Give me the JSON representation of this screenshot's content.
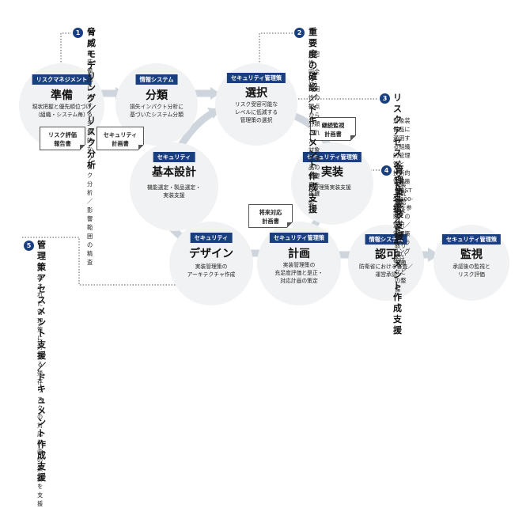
{
  "colors": {
    "navy": "#1a3f7f",
    "circle_fill": "#f1f2f3",
    "flow_arrow": "#cfd5dc",
    "dotted_line": "#555555"
  },
  "nodes": {
    "junbi": {
      "tag": "リスクマネジメント",
      "title": "準備",
      "desc": "現状把握と優先順位づけ\n（組織・システム毎）"
    },
    "bunrui": {
      "tag": "情報システム",
      "title": "分類",
      "desc": "損失インパクト分析に\n基づいたシステム分類"
    },
    "sentaku": {
      "tag": "セキュリティ管理策",
      "title": "選択",
      "desc": "リスク受容可能な\nレベルに低減する\n管理策の選択"
    },
    "kihon": {
      "tag": "セキュリティ",
      "title": "基本設計",
      "desc": "機能選定・製品選定・\n実装支援"
    },
    "jissou": {
      "tag": "セキュリティ管理策",
      "title": "実装",
      "desc": "管理策実装支援"
    },
    "design": {
      "tag": "セキュリティ",
      "title": "デザイン",
      "desc": "実装管理策の\nアーキテクチャ作成"
    },
    "keikaku": {
      "tag": "セキュリティ管理策",
      "title": "計画",
      "desc": "実装管理策の\n充足度評価と是正・\n対応計画の策定"
    },
    "ninka": {
      "tag": "情報システム",
      "title": "認可",
      "desc": "防衛省における審査／\n運営承認"
    },
    "kanshi": {
      "tag": "セキュリティ管理策",
      "title": "監視",
      "desc": "承認後の監視と\nリスク評価"
    }
  },
  "documents": {
    "risk_report": "リスク評価\n報告書",
    "security_plan": "セキュリティ\n計画書",
    "monitor_plan": "継続監視\n計画書",
    "future_plan": "将来対応\n計画書"
  },
  "annotations": {
    "a1": {
      "num": "1",
      "title": "脅威モデリング／リスク分析",
      "desc": "対象装備品に対する\n多角的なリスク分析／影響範囲の精査"
    },
    "a2": {
      "num": "2",
      "title": "重要度の確認／\nドキュメント作成支援",
      "desc": "機密性、完全性、可用性の観点から分類された\n対象装備品の重要度を再確認"
    },
    "a3": {
      "num": "3",
      "title": "リスクアセスメント支援／\nドキュメント作成支援",
      "desc": "対象装備品に適用する組織的管理策と\n技術的管理策（NIST SP800-53を参照）の\n選択／管理策テーラリング検討"
    },
    "a4": {
      "num": "4",
      "title": "管理策実装支援",
      "desc": "実装状況確認および、機構、\n取り扱い手順などの整備"
    },
    "a5": {
      "num": "5",
      "title": "管理策アセスメント支援／\nドキュメント作成支援",
      "desc": "実装された管理策に対する残存リスクの\n対応計画の策定を支援"
    }
  }
}
